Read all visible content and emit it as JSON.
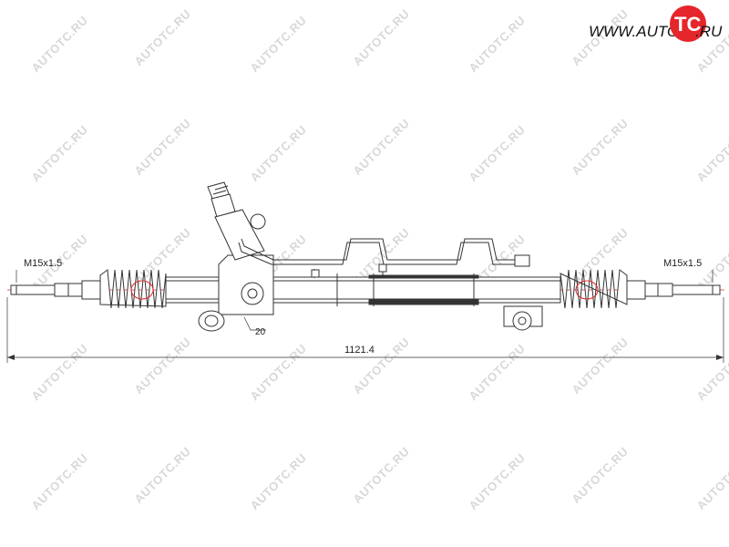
{
  "brand": {
    "prefix": "WWW.AUTO",
    "logo": "TC",
    "suffix": ".RU",
    "logo_color": "#e5262a"
  },
  "watermark": {
    "text": "AUTOTC.RU",
    "color": "#d8d8d8"
  },
  "dimensions": {
    "thread_left": "M15x1.5",
    "thread_right": "M15x1.5",
    "total_length": "1121.4",
    "angle": "20"
  },
  "colors": {
    "outline": "#333333",
    "center_line": "#e5262a"
  }
}
